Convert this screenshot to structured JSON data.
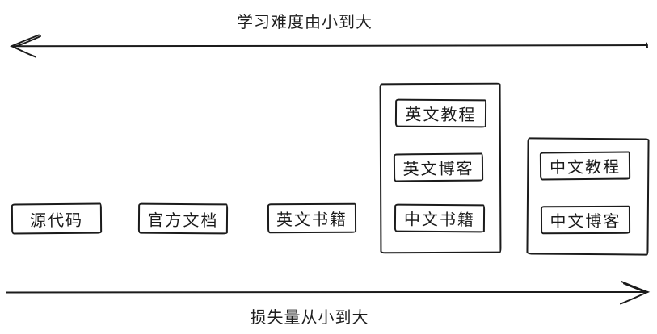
{
  "diagram": {
    "title": "learning-resources-difficulty-vs-loss-diagram",
    "top_axis": {
      "label": "学习难度由小到大",
      "direction": "left"
    },
    "bottom_axis": {
      "label": "损失量从小到大",
      "direction": "right"
    },
    "standalone_boxes": [
      {
        "label": "源代码"
      },
      {
        "label": "官方文档"
      },
      {
        "label": "英文书籍"
      }
    ],
    "groups": [
      {
        "items": [
          {
            "label": "英文教程"
          },
          {
            "label": "英文博客"
          },
          {
            "label": "中文书籍"
          }
        ]
      },
      {
        "items": [
          {
            "label": "中文教程"
          },
          {
            "label": "中文博客"
          }
        ]
      }
    ],
    "colors": {
      "stroke": "#1b1b1b",
      "background": "#ffffff",
      "text": "#1a1a1a"
    }
  }
}
